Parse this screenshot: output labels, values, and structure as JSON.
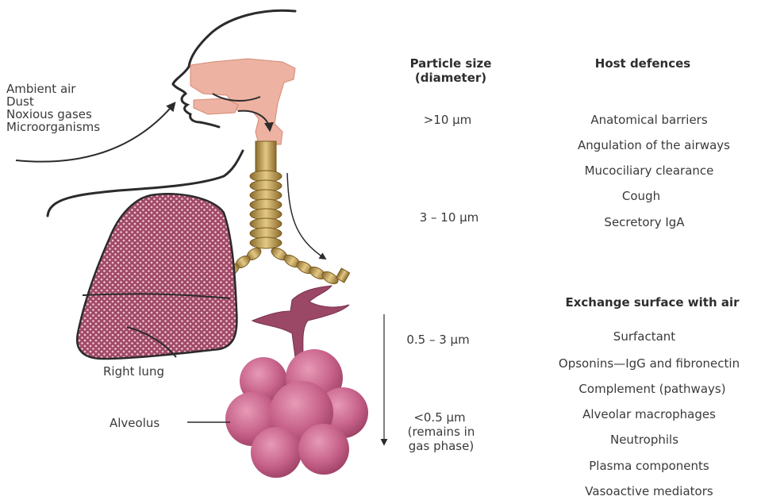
{
  "inhaled_sources": [
    "Ambient air",
    "Dust",
    "Noxious gases",
    "Microorganisms"
  ],
  "labels": {
    "right_lung": "Right lung",
    "alveolus": "Alveolus"
  },
  "headers": {
    "particle_size_line1": "Particle size",
    "particle_size_line2": "(diameter)",
    "host_defences": "Host defences",
    "exchange_surface": "Exchange surface with air"
  },
  "particle_sizes": {
    "large": ">10 µm",
    "medium": "3 – 10 µm",
    "small": "0.5 – 3 µm",
    "fine_line1": "<0.5 µm",
    "fine_line2": "(remains in",
    "fine_line3": "gas phase)"
  },
  "upper_defences": [
    "Anatomical barriers",
    "Angulation of the airways",
    "Mucociliary clearance",
    "Cough",
    "Secretory IgA"
  ],
  "alveolar_defences": [
    "Surfactant",
    "Opsonins—IgG and fibronectin",
    "Complement (pathways)",
    "Alveolar macrophages",
    "Neutrophils",
    "Plasma components",
    "Vasoactive mediators"
  ],
  "colors": {
    "outline": "#2b2b2b",
    "nasal_cavity": "#eeb2a2",
    "lung": "#a04a68",
    "lung_dots": "#f2c6d2",
    "trachea": "#c8a866",
    "bronchiole": "#9a4866",
    "alveoli": "#c9648a"
  }
}
